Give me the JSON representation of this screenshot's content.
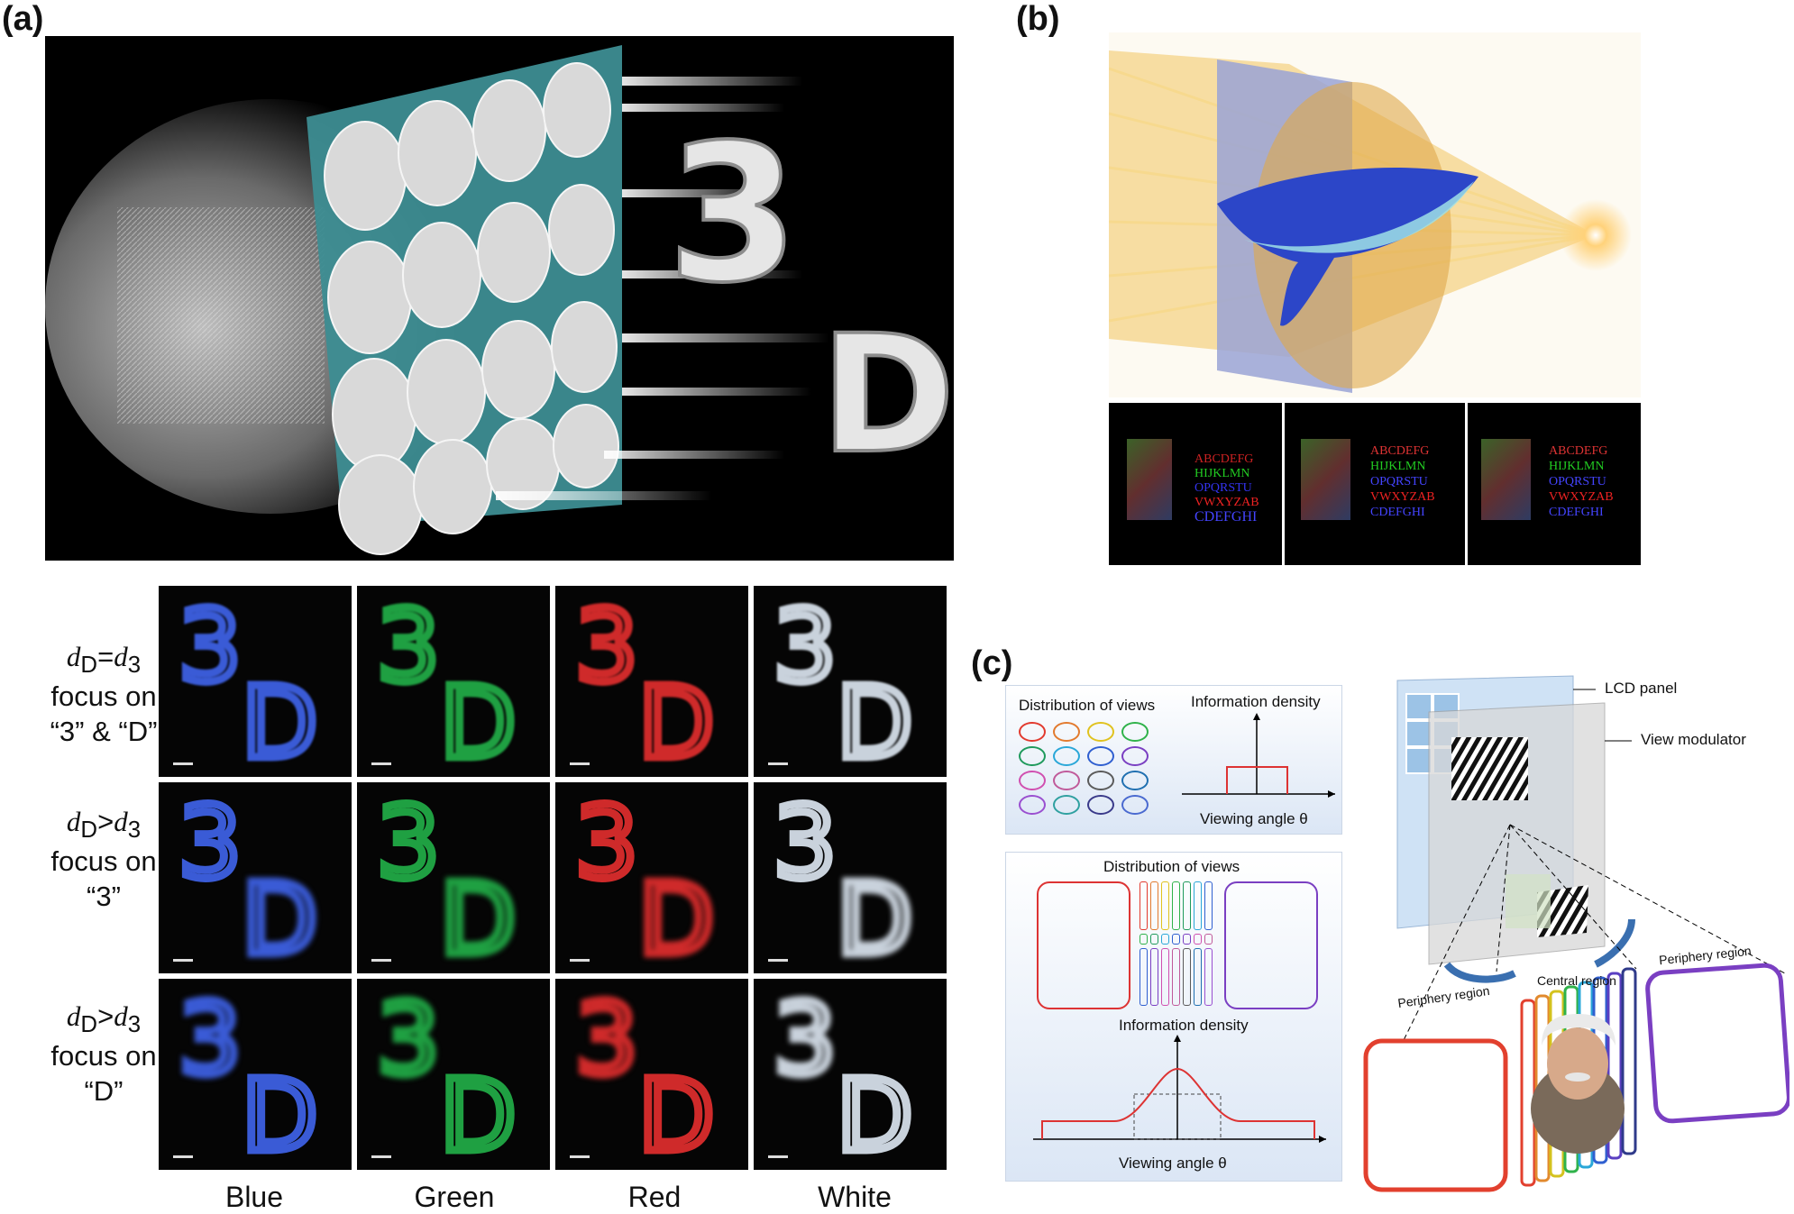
{
  "panels": {
    "a": {
      "label": "(a)",
      "rows": [
        {
          "line1_var": "d",
          "line1_sub": "D",
          "op": "=",
          "rhs_var": "d",
          "rhs_sub": "3",
          "line2": "focus on",
          "line3": "“3” & “D”"
        },
        {
          "line1_var": "d",
          "line1_sub": "D",
          "op": ">",
          "rhs_var": "d",
          "rhs_sub": "3",
          "line2": "focus on",
          "line3": "“3”"
        },
        {
          "line1_var": "d",
          "line1_sub": "D",
          "op": ">",
          "rhs_var": "d",
          "rhs_sub": "3",
          "line2": "focus on",
          "line3": "“D”"
        }
      ],
      "columns": [
        "Blue",
        "Green",
        "Red",
        "White"
      ],
      "column_colors": [
        "#3a5bd6",
        "#1fa042",
        "#cf2a2a",
        "#c9d2dc"
      ],
      "hero_chars": [
        "3",
        "D"
      ]
    },
    "b": {
      "label": "(b)",
      "thumb_lines": [
        "ABCDEFG",
        "HIJKLMN",
        "OPQRSTU",
        "VWXYZAB",
        "CDEFGHI"
      ]
    },
    "c": {
      "label": "(c)",
      "box1": {
        "title_left": "Distribution of views",
        "title_right": "Information density",
        "xaxis": "Viewing angle θ"
      },
      "box2": {
        "title_top": "Distribution of views",
        "title_mid": "Information density",
        "xaxis": "Viewing angle θ"
      },
      "device": {
        "lcd_label": "LCD panel",
        "modulator_label": "View modulator",
        "periphery_left": "Periphery region",
        "central": "Central region",
        "periphery_right": "Periphery region"
      },
      "view_colors": [
        "#e23a2e",
        "#e27a2e",
        "#e0c21e",
        "#2fb24a",
        "#1f9a5c",
        "#2aa7d8",
        "#2f5fd0",
        "#7a3fc2",
        "#d04fb0",
        "#c05a9a",
        "#5a5a5a",
        "#1f6fb0",
        "#9a4fd0",
        "#2fa0a0",
        "#3a3a8a",
        "#4a6ad0"
      ]
    }
  }
}
